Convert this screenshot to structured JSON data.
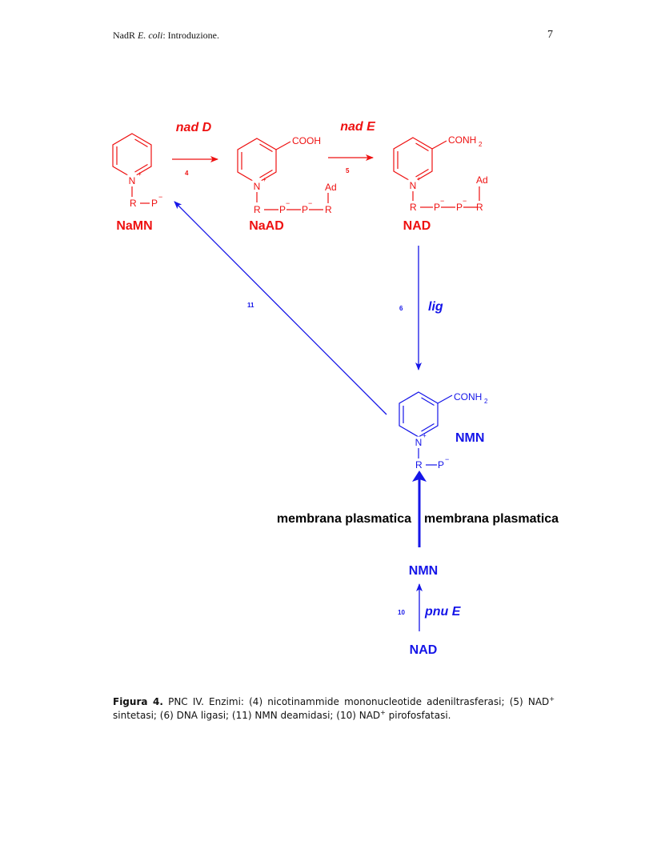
{
  "header": {
    "left_prefix": "NadR ",
    "left_italic": "E. coli",
    "left_suffix": ": Introduzione.",
    "page_number": "7"
  },
  "colors": {
    "red": "#ee1111",
    "blue": "#1515e8",
    "black": "#000000"
  },
  "scheme": {
    "enzyme_nadD": "nad D",
    "enzyme_nadE": "nad E",
    "enzyme_lig": "lig",
    "enzyme_pnuE": "pnu E",
    "step_4": "4",
    "step_5": "5",
    "step_6": "6",
    "step_10": "10",
    "step_11": "11",
    "label_NaMN": "NaMN",
    "label_NaAD": "NaAD",
    "label_NAD_top": "NAD",
    "label_NMN_inside": "NMN",
    "label_NMN_outside": "NMN",
    "label_NAD_outside": "NAD",
    "membrane_left": "membrana plasmatica",
    "membrane_right": "membrana plasmatica",
    "atom_N": "N",
    "atom_plus": "+",
    "atom_R": "R",
    "atom_P": "P",
    "atom_minus": "−",
    "atom_Ad": "Ad",
    "group_COOH": "COOH",
    "group_CONH": "CONH",
    "group_sub2": "2"
  },
  "caption": {
    "label": "Figura 4.",
    "text_1": " PNC IV. Enzimi: (4) nicotinammide mononucleotide adeniltrasferasi; (5) NAD",
    "sup_1": "+",
    "text_2": " sintetasi; (6) DNA ligasi; (11) NMN deamidasi; (10) NAD",
    "sup_2": "+",
    "text_3": " pirofosfatasi."
  }
}
